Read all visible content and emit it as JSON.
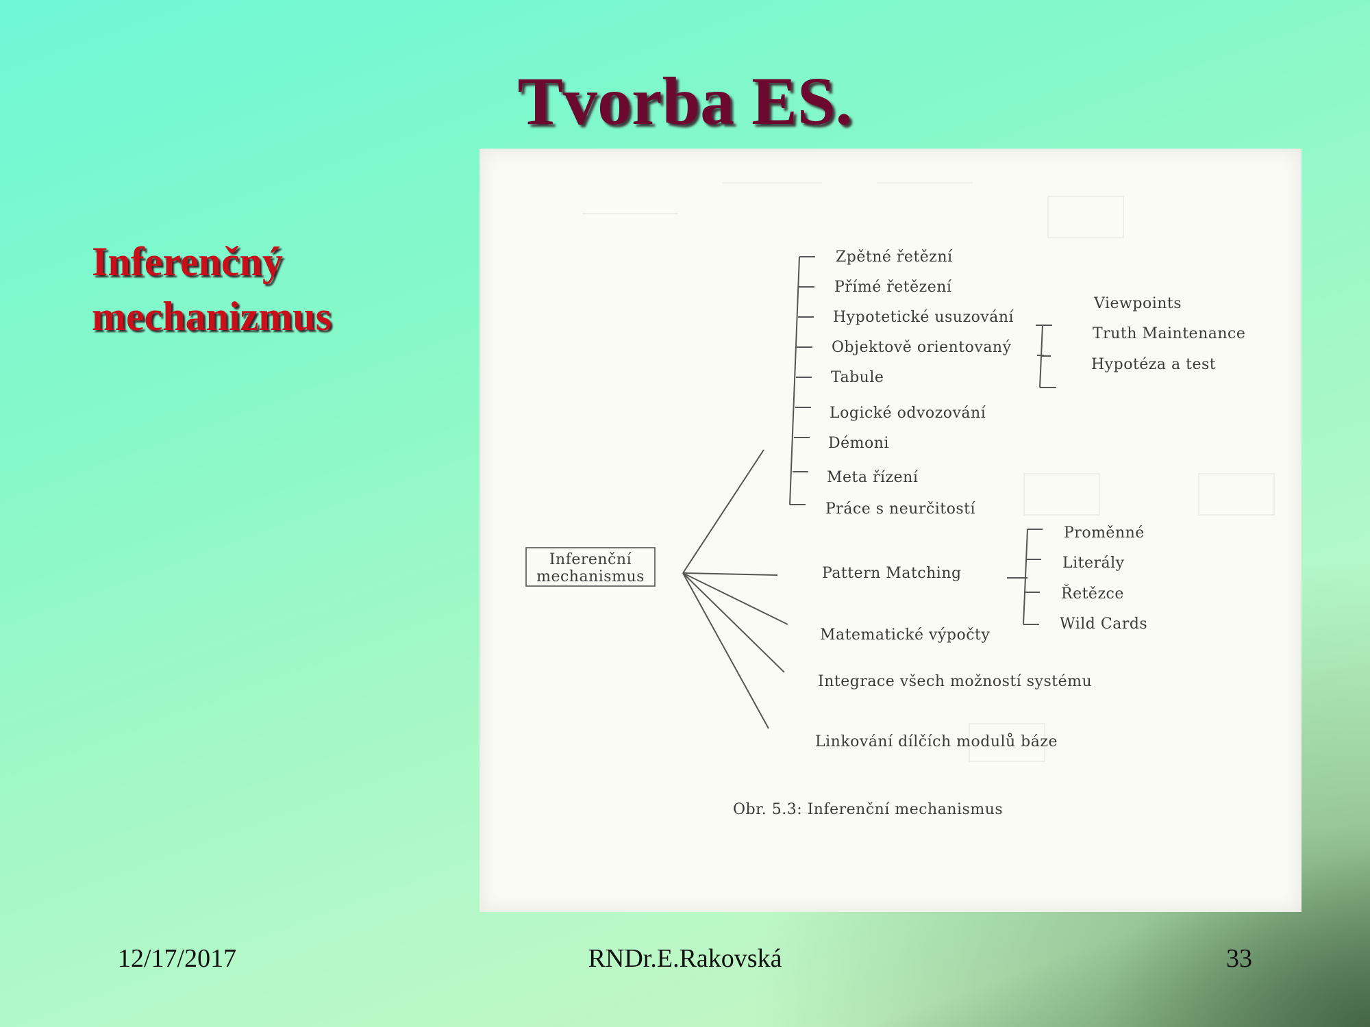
{
  "slide": {
    "title": "Tvorba ES.",
    "subtitle_lines": [
      "Inferenčný",
      "mechanizmus"
    ]
  },
  "diagram": {
    "root_lines": [
      "Inferenční",
      "mechanismus"
    ],
    "upper_group": [
      "Zpětné řetězní",
      "Přímé řetězení",
      "Hypotetické usuzování",
      "Objektově orientovaný",
      "Tabule",
      "Logické odvozování",
      "Démoni",
      "Meta řízení",
      "Práce s neurčitostí"
    ],
    "hypothetical_subitems": [
      "Viewpoints",
      "Truth Maintenance",
      "Hypotéza a test"
    ],
    "pattern_matching": "Pattern Matching",
    "pattern_subitems": [
      "Proměnné",
      "Literály",
      "Řetězce",
      "Wild Cards"
    ],
    "math": "Matematické výpočty",
    "integration": "Integrace všech možností systému",
    "linking": "Linkování dílčích modulů báze",
    "caption": "Obr. 5.3: Inferenční mechanismus"
  },
  "footer": {
    "date": "12/17/2017",
    "author": "RNDr.E.Rakovská",
    "page": "33"
  }
}
